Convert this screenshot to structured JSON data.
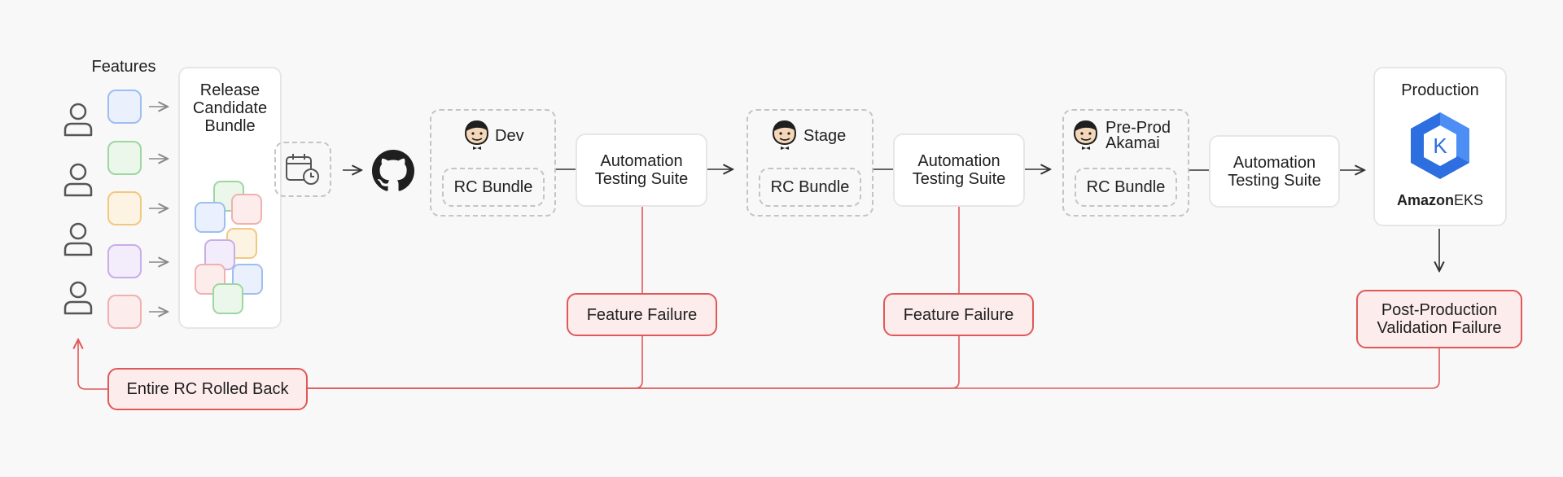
{
  "features_label": "Features",
  "release_candidate": "Release\nCandidate\nBundle",
  "feature_colors": [
    {
      "fill": "#eaf1fd",
      "stroke": "#9fbef0"
    },
    {
      "fill": "#eaf7ea",
      "stroke": "#9fd6a0"
    },
    {
      "fill": "#fdf3e2",
      "stroke": "#f2c880"
    },
    {
      "fill": "#f2ecfb",
      "stroke": "#c8aee8"
    },
    {
      "fill": "#fdecec",
      "stroke": "#f0b0b0"
    }
  ],
  "stages": {
    "dev": {
      "name": "Dev",
      "bundle": "RC Bundle"
    },
    "stage": {
      "name": "Stage",
      "bundle": "RC Bundle"
    },
    "preprod": {
      "name": "Pre-Prod\nAkamai",
      "bundle": "RC Bundle"
    }
  },
  "automation": {
    "a1": "Automation\nTesting Suite",
    "a2": "Automation\nTesting Suite",
    "a3": "Automation\nTesting Suite"
  },
  "production": {
    "title": "Production",
    "logo_letter": "K",
    "brand_a": "Amazon",
    "brand_b": "EKS"
  },
  "failures": {
    "f1": "Feature Failure",
    "f2": "Feature Failure",
    "post": "Post-Production\nValidation Failure",
    "rollback": "Entire RC Rolled Back"
  },
  "colors": {
    "failure_line": "#e05858",
    "arrow": "#333333",
    "muted_arrow": "#888888"
  },
  "icons": {
    "user": "user-icon",
    "calendar": "calendar-clock-icon",
    "github": "github-icon",
    "jenkins": "jenkins-icon",
    "eks": "eks-logo-icon"
  }
}
